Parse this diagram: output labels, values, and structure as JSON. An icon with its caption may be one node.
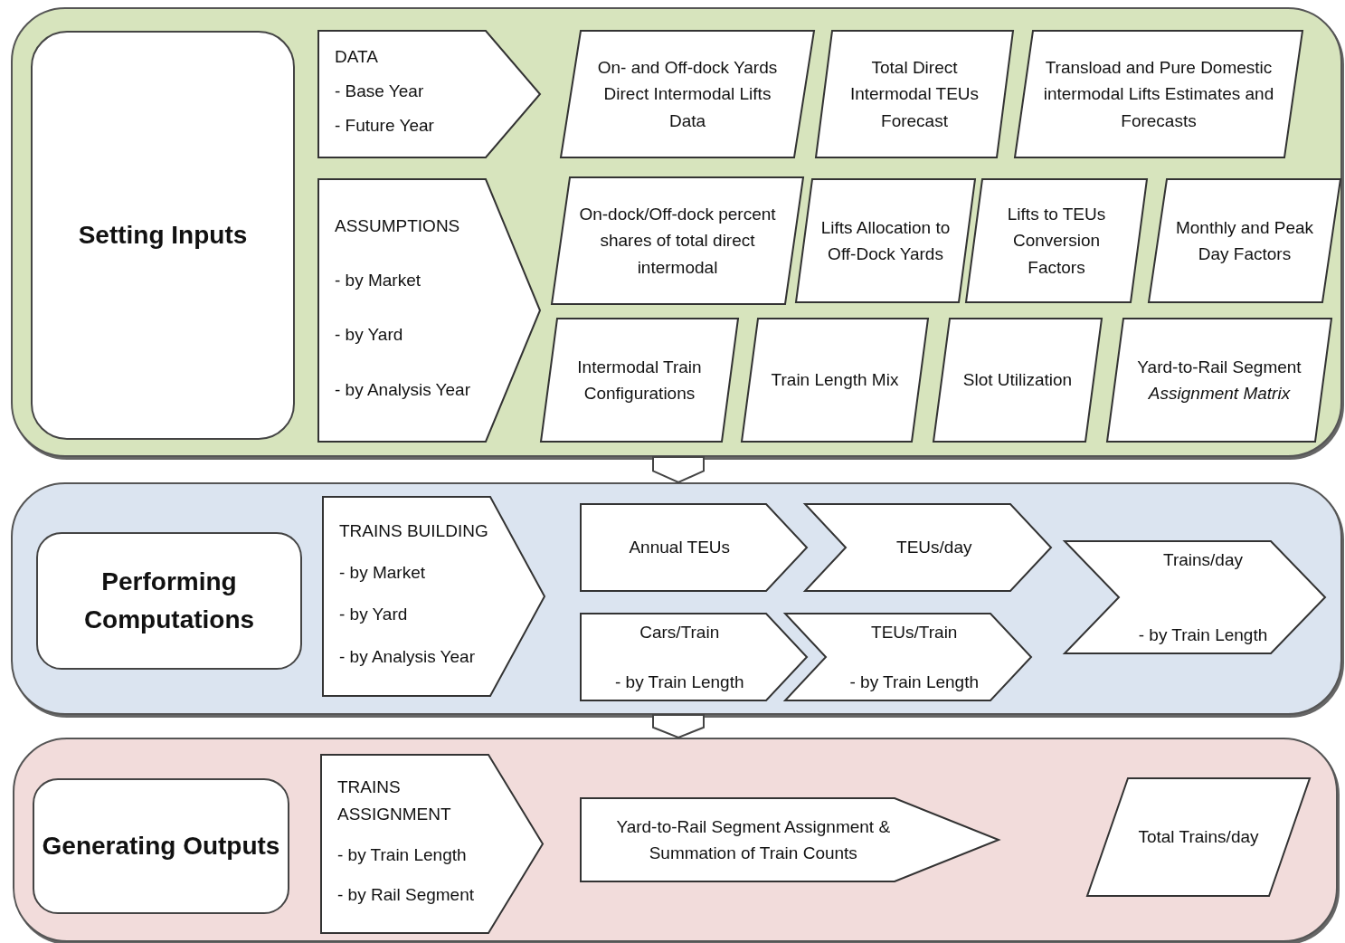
{
  "diagram": {
    "nodes": [
      {
        "text": [],
        "shape": "box"
      },
      {
        "text": [
          "Setting Inputs"
        ],
        "in": 0
      },
      {
        "text": [
          "DATA",
          "- Base Year",
          "- Future Year"
        ],
        "in": 0
      },
      {
        "text": [
          "On- and Off-dock Yards Direct Intermodal Lifts Data"
        ],
        "in": 0
      },
      {
        "text": [
          "Total Direct Intermodal TEUs Forecast"
        ],
        "in": 0
      },
      {
        "text": [
          "Transload and Pure Domestic intermodal Lifts Estimates and Forecasts"
        ],
        "in": 0
      },
      {
        "text": [
          "ASSUMPTIONS",
          "- by Market",
          "- by Yard",
          "- by Analysis Year"
        ],
        "in": 0
      },
      {
        "text": [
          "On-dock/Off-dock percent shares of total direct intermodal"
        ],
        "in": 0
      },
      {
        "text": [
          "Lifts Allocation to Off-Dock Yards"
        ],
        "in": 0
      },
      {
        "text": [
          "Lifts to TEUs Conversion Factors"
        ],
        "in": 0
      },
      {
        "text": [
          "Monthly and Peak Day Factors"
        ],
        "in": 0
      },
      {
        "text": [
          "Intermodal Train Configurations"
        ],
        "in": 0
      },
      {
        "text": [
          "Train Length Mix"
        ],
        "in": 0
      },
      {
        "text": [
          "Slot Utilization"
        ],
        "in": 0
      },
      {
        "text": [
          "Yard-to-Rail Segment *Assignment Matrix*"
        ],
        "in": 0
      },
      {
        "text": [],
        "shape": "box"
      },
      {
        "text": [
          "Performing Computations"
        ],
        "in": 15
      },
      {
        "text": [
          "TRAINS BUILDING",
          "- by Market",
          "- by Yard",
          "- by Analysis Year"
        ],
        "in": 15
      },
      {
        "text": [
          "Annual TEUs"
        ],
        "in": 15
      },
      {
        "text": [
          "TEUs/day"
        ],
        "in": 15
      },
      {
        "text": [
          "Trains/day",
          "- by Train Length"
        ],
        "in": 15
      },
      {
        "text": [
          "Cars/Train",
          "- by Train Length"
        ],
        "in": 15
      },
      {
        "text": [
          "TEUs/Train",
          "- by Train Length"
        ],
        "in": 15
      },
      {
        "text": [],
        "shape": "box"
      },
      {
        "text": [
          "Generating Outputs"
        ],
        "in": 23
      },
      {
        "text": [
          "TRAINS ASSIGNMENT",
          "- by Train Length",
          "- by Rail Segment"
        ],
        "in": 23
      },
      {
        "text": [
          "Yard-to-Rail Segment Assignment & Summation of Train Counts"
        ],
        "in": 23
      },
      {
        "text": [
          "Total Trains/day"
        ],
        "in": 23
      }
    ],
    "edges": [
      {
        "from": 0,
        "to": 15,
        "arrow": "to"
      },
      {
        "from": 15,
        "to": 23,
        "arrow": "to"
      }
    ]
  }
}
